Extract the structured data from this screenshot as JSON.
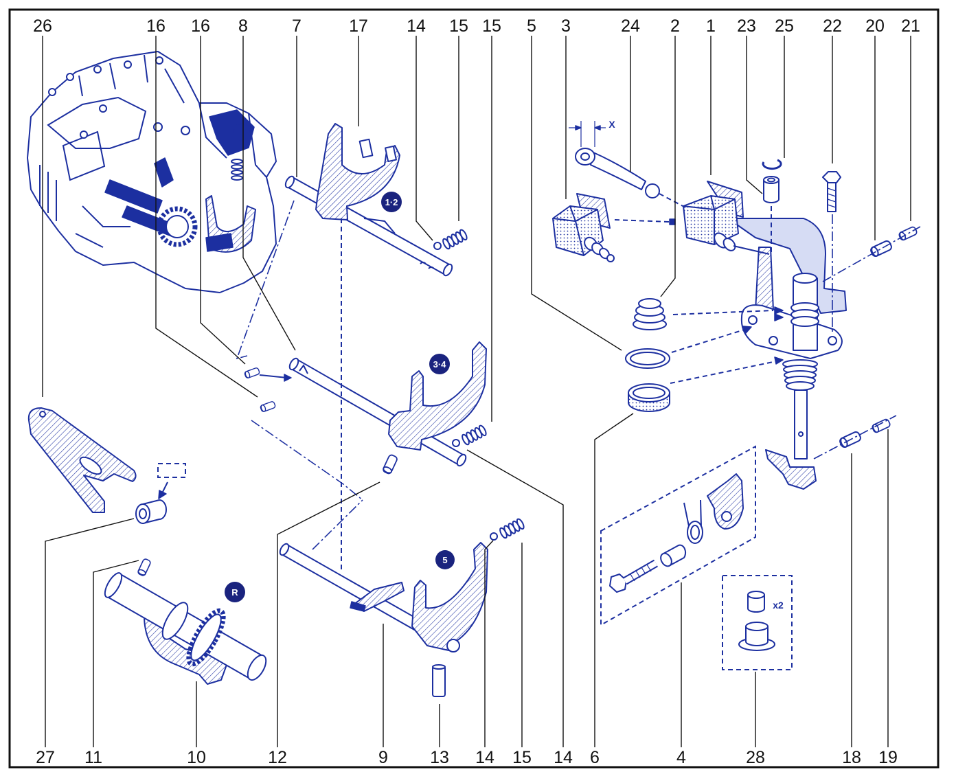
{
  "callouts_top": [
    "26",
    "16",
    "16",
    "8",
    "7",
    "17",
    "14",
    "15",
    "15",
    "5",
    "3",
    "24",
    "2",
    "1",
    "23",
    "25",
    "22",
    "20",
    "21"
  ],
  "callouts_bottom": [
    "27",
    "11",
    "10",
    "12",
    "9",
    "13",
    "14",
    "15",
    "14",
    "6",
    "4",
    "28",
    "18",
    "19"
  ],
  "badges": {
    "gear_1_2": "1·2",
    "gear_3_4": "3·4",
    "gear_5": "5",
    "reverse": "R"
  },
  "dimension_label": "X",
  "quantity_label": "x2",
  "colors": {
    "line": "#1c2fa0",
    "fill": "#d6dcf4",
    "badge": "#1a237e",
    "ink": "#111111"
  }
}
